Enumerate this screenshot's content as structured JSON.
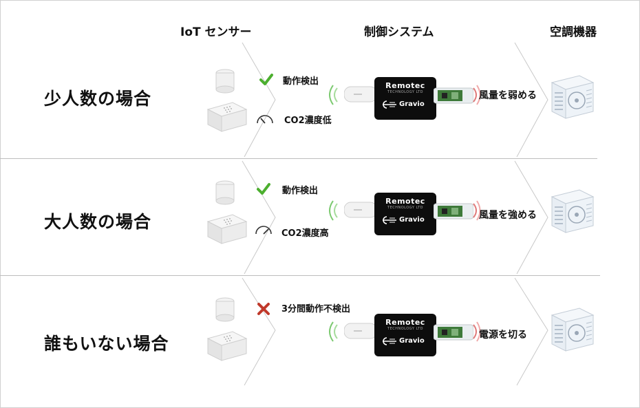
{
  "headers": {
    "sensor": "IoT センサー",
    "control": "制御システム",
    "hvac": "空調機器"
  },
  "scenarios": [
    {
      "label": "少人数の場合",
      "motion": {
        "status": "check",
        "text": "動作検出"
      },
      "co2": {
        "text": "CO2濃度低",
        "level": "low"
      },
      "action": "風量を弱める"
    },
    {
      "label": "大人数の場合",
      "motion": {
        "status": "check",
        "text": "動作検出"
      },
      "co2": {
        "text": "CO2濃度高",
        "level": "high"
      },
      "action": "風量を強める"
    },
    {
      "label": "誰もいない場合",
      "motion": {
        "status": "cross",
        "text": "3分間動作不検出"
      },
      "co2": null,
      "action": "電源を切る"
    }
  ],
  "controller": {
    "brand": "Remotec",
    "brand_sub": "TECHNOLOGY LTD",
    "partner": "Gravio"
  },
  "icons": {
    "check": "check-icon",
    "cross": "cross-icon",
    "gauge": "gauge-icon",
    "pir": "motion-sensor-icon",
    "box": "co2-sensor-icon",
    "ac": "air-conditioner-icon",
    "wave": "wireless-signal-icon"
  },
  "colors": {
    "check": "#4caf2f",
    "cross": "#c0392b",
    "wave_left": "#7bc96f",
    "wave_right": "#e07a7a",
    "divider": "#bdbdbd"
  }
}
